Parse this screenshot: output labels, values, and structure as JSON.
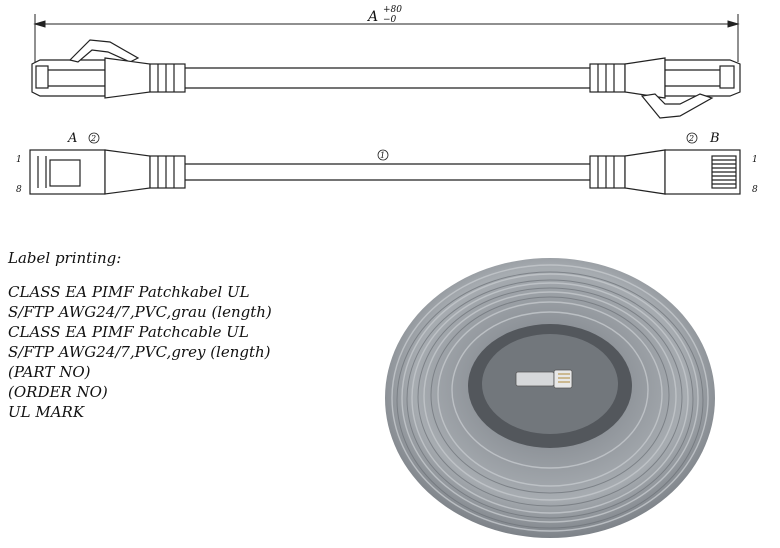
{
  "drawing": {
    "dimension_label": "A",
    "tolerance_upper": "+80",
    "tolerance_lower": "−0",
    "end_a_label": "A",
    "end_b_label": "B",
    "part_a_number": "2",
    "part_b_number": "2",
    "cable_part_number": "1",
    "pin_first_left": "1",
    "pin_last_left": "8",
    "pin_first_right": "1",
    "pin_last_right": "8"
  },
  "label_printing": {
    "heading": "Label printing:",
    "lines": [
      "CLASS EA PIMF Patchkabel UL",
      "S/FTP AWG24/7,PVC,grau (length)",
      "CLASS EA PIMF Patchcable UL",
      "S/FTP AWG24/7,PVC,grey (length)",
      "(PART NO)",
      "(ORDER NO)",
      "UL MARK"
    ]
  },
  "colors": {
    "line": "#222222",
    "cable_gray": "#9ea3a8"
  }
}
